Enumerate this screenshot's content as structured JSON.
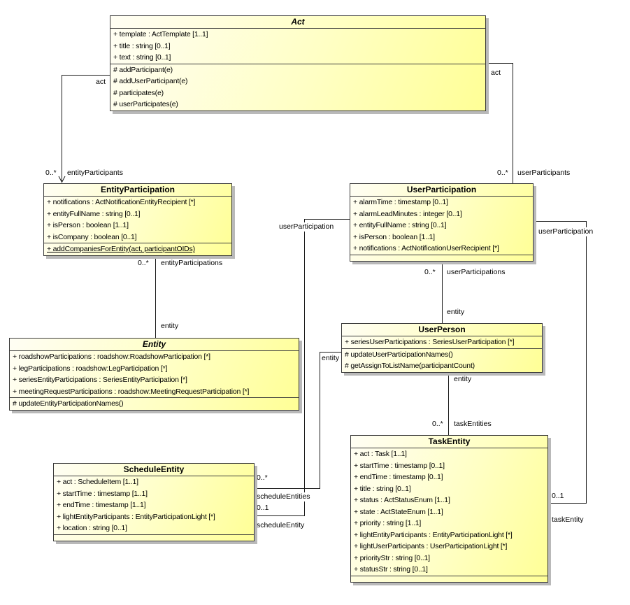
{
  "colors": {
    "fillLight": "#fffef4",
    "fillMid": "#ffffc4",
    "fillDark": "#ffff96",
    "boxBorder": "#3a3a3a",
    "shadow": "#b9b9b9",
    "wire": "#1a1a1a",
    "text": "#000000",
    "canvas": "#ffffff"
  },
  "classes": {
    "act": {
      "name": "Act",
      "abstract": true,
      "attributes": [
        "+ template : ActTemplate [1..1]",
        "+ title : string [0..1]",
        "+ text : string [0..1]"
      ],
      "operations": [
        "# addParticipant(e)",
        "# addUserParticipant(e)",
        "# participates(e)",
        "# userParticipates(e)"
      ]
    },
    "entityParticipation": {
      "name": "EntityParticipation",
      "abstract": false,
      "attributes": [
        "+ notifications : ActNotificationEntityRecipient [*]",
        "+ entityFullName : string [0..1]",
        "+ isPerson : boolean [1..1]",
        "+ isCompany : boolean [0..1]"
      ],
      "operations": [
        {
          "text": "+ addCompaniesForEntity(act, participantOIDs)",
          "underline": true
        }
      ]
    },
    "userParticipation": {
      "name": "UserParticipation",
      "abstract": false,
      "attributes": [
        "+ alarmTime : timestamp [0..1]",
        "+ alarmLeadMinutes : integer [0..1]",
        "+ entityFullName : string [0..1]",
        "+ isPerson : boolean [1..1]",
        "+ notifications : ActNotificationUserRecipient [*]"
      ],
      "operations": []
    },
    "entity": {
      "name": "Entity",
      "abstract": true,
      "attributes": [
        "+ roadshowParticipations : roadshow:RoadshowParticipation [*]",
        "+ legParticipations : roadshow:LegParticipation [*]",
        "+ seriesEntityParticipations : SeriesEntityParticipation [*]",
        "+ meetingRequestParticipations : roadshow:MeetingRequestParticipation [*]"
      ],
      "operations": [
        "# updateEntityParticipationNames()"
      ]
    },
    "userPerson": {
      "name": "UserPerson",
      "abstract": false,
      "attributes": [
        "+ seriesUserParticipations : SeriesUserParticipation [*]"
      ],
      "operations": [
        "# updateUserParticipationNames()",
        "# getAssignToListName(participantCount)"
      ]
    },
    "scheduleEntity": {
      "name": "ScheduleEntity",
      "abstract": false,
      "attributes": [
        "+ act : ScheduleItem [1..1]",
        "+ startTime : timestamp [1..1]",
        "+ endTime : timestamp [1..1]",
        "+ lightEntityParticipants : EntityParticipationLight [*]",
        "+ location : string [0..1]"
      ],
      "operations": []
    },
    "taskEntity": {
      "name": "TaskEntity",
      "abstract": false,
      "attributes": [
        "+ act : Task [1..1]",
        "+ startTime : timestamp [0..1]",
        "+ endTime : timestamp [0..1]",
        "+ title : string [0..1]",
        "+ status : ActStatusEnum [1..1]",
        "+ state : ActStateEnum [1..1]",
        "+ priority : string [1..1]",
        "+ lightEntityParticipants : EntityParticipationLight [*]",
        "+ lightUserParticipants : UserParticipationLight [*]",
        "+ priorityStr : string [0..1]",
        "+ statusStr : string [0..1]"
      ],
      "operations": []
    }
  },
  "labels": {
    "act_ep_role": "act",
    "act_ep_mult": "0..*",
    "act_ep_name": "entityParticipants",
    "act_up_role": "act",
    "act_up_mult": "0..*",
    "act_up_name": "userParticipants",
    "ep_entity_mult": "0..*",
    "ep_entity_name": "entityParticipations",
    "ep_entity_role": "entity",
    "up_person_mult": "0..*",
    "up_person_name": "userParticipations",
    "up_person_role": "entity",
    "person_task_role": "entity",
    "person_task_mult": "0..*",
    "person_task_name": "taskEntities",
    "up_schedule_role": "userParticipation",
    "up_schedule_mult": "0..1",
    "up_schedule_name": "scheduleEntity",
    "person_schedule_role": "entity",
    "person_schedule_mult": "0..*",
    "person_schedule_name": "scheduleEntities",
    "up_task_role": "userParticipation",
    "up_task_mult": "0..1",
    "up_task_name": "taskEntity"
  }
}
